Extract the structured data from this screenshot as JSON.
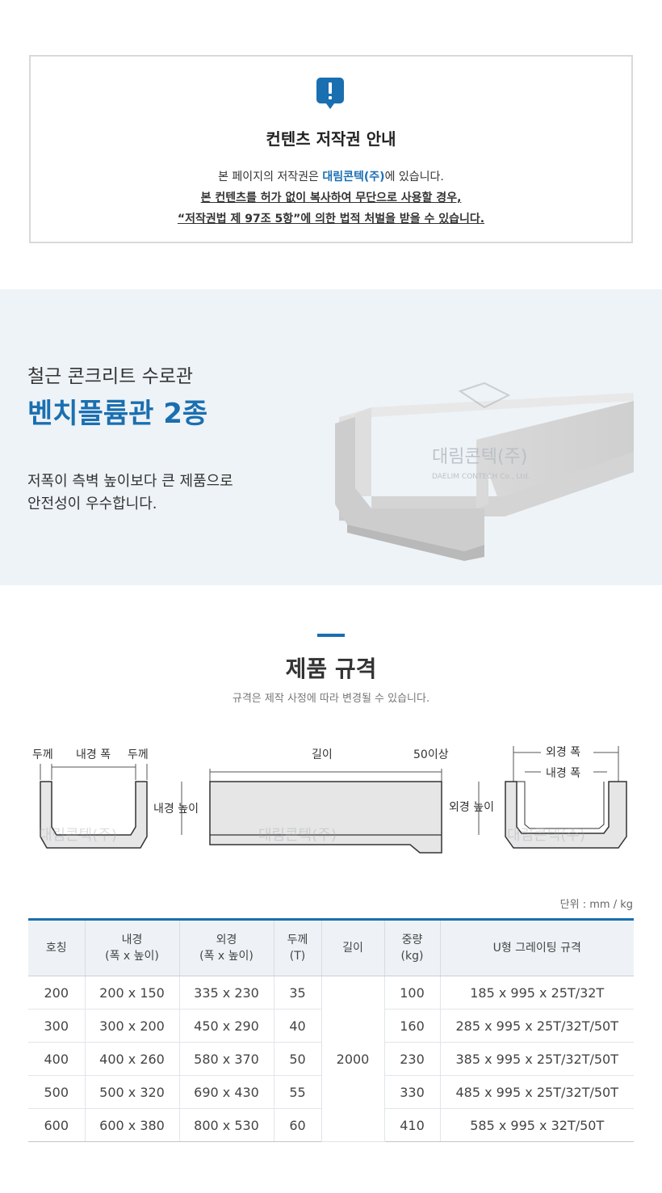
{
  "notice": {
    "title": "컨텐츠 저작권 안내",
    "line1_prefix": "본 페이지의 저작권은 ",
    "line1_brand": "대림콘텍(주)",
    "line1_suffix": "에 있습니다.",
    "line2": "본 컨텐츠를 허가 없이 복사하여 무단으로 사용할 경우,",
    "line3": "“저작권법 제 97조 5항”에 의한 법적 처벌을 받을 수 있습니다."
  },
  "hero": {
    "subtitle": "철근 콘크리트 수로관",
    "title": "벤치플륨관 2종",
    "desc1": "저폭이 측벽 높이보다 큰 제품으로",
    "desc2": "안전성이 우수합니다."
  },
  "watermark": {
    "name": "대림콘텍(주)",
    "english": "DAELIM CONTECH Co., Ltd."
  },
  "spec": {
    "title": "제품 규격",
    "note": "규격은 제작 사정에 따라 변경될 수 있습니다.",
    "unit": "단위 : mm / kg"
  },
  "diagram": {
    "thick1": "두께",
    "inner_width": "내경 폭",
    "thick2": "두께",
    "inner_height": "내경 높이",
    "length": "길이",
    "over50": "50이상",
    "outer_height": "외경 높이",
    "outer_width": "외경 폭",
    "inner_width2": "내경 폭"
  },
  "table": {
    "headers": [
      "호칭",
      "내경\n(폭 x 높이)",
      "외경\n(폭 x 높이)",
      "두께\n(T)",
      "길이",
      "중량\n(kg)",
      "U형 그레이팅 규격"
    ],
    "length_value": "2000",
    "rows": [
      [
        "200",
        "200 x 150",
        "335 x 230",
        "35",
        "100",
        "185 x 995 x 25T/32T"
      ],
      [
        "300",
        "300 x 200",
        "450 x 290",
        "40",
        "160",
        "285 x 995 x 25T/32T/50T"
      ],
      [
        "400",
        "400 x 260",
        "580 x 370",
        "50",
        "230",
        "385 x 995 x 25T/32T/50T"
      ],
      [
        "500",
        "500 x 320",
        "690 x 430",
        "55",
        "330",
        "485 x 995 x 25T/32T/50T"
      ],
      [
        "600",
        "600 x 380",
        "800 x 530",
        "60",
        "410",
        "585 x 995 x 32T/50T"
      ]
    ]
  },
  "colors": {
    "accent": "#1a6fb0",
    "hero_bg": "#eef3f7",
    "header_bg": "#eef2f6"
  }
}
